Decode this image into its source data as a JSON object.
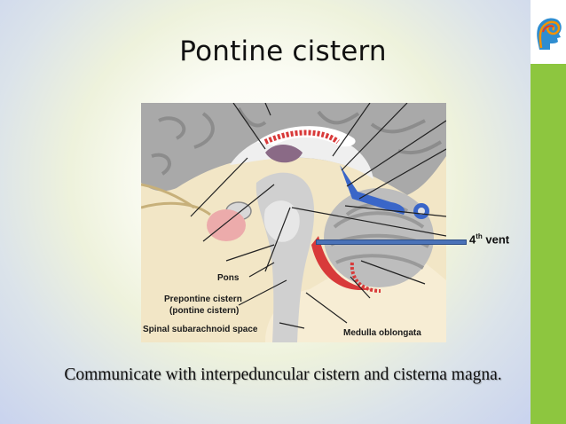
{
  "slide": {
    "title": "Pontine cistern",
    "caption": "Communicate with interpeduncular cistern and cisterna magna.",
    "annotation": {
      "text": "4",
      "superscript": "th",
      "suffix": " vent"
    }
  },
  "figure": {
    "labels": {
      "pons": "Pons",
      "prepontine_line1": "Prepontine cistern",
      "prepontine_line2": "(pontine cistern)",
      "spinal": "Spinal subarachnoid space",
      "medulla": "Medulla oblongata"
    },
    "colors": {
      "brain": "#a7a7a7",
      "csf_space": "#f1e4c2",
      "brainstem": "#cfcfcf",
      "choroid_red": "#d83a3a",
      "ventricle_blue": "#3a66c8"
    }
  },
  "branding": {
    "logo_icon": "head-profile-logo-icon",
    "side_bar_color": "#8dc63f"
  }
}
